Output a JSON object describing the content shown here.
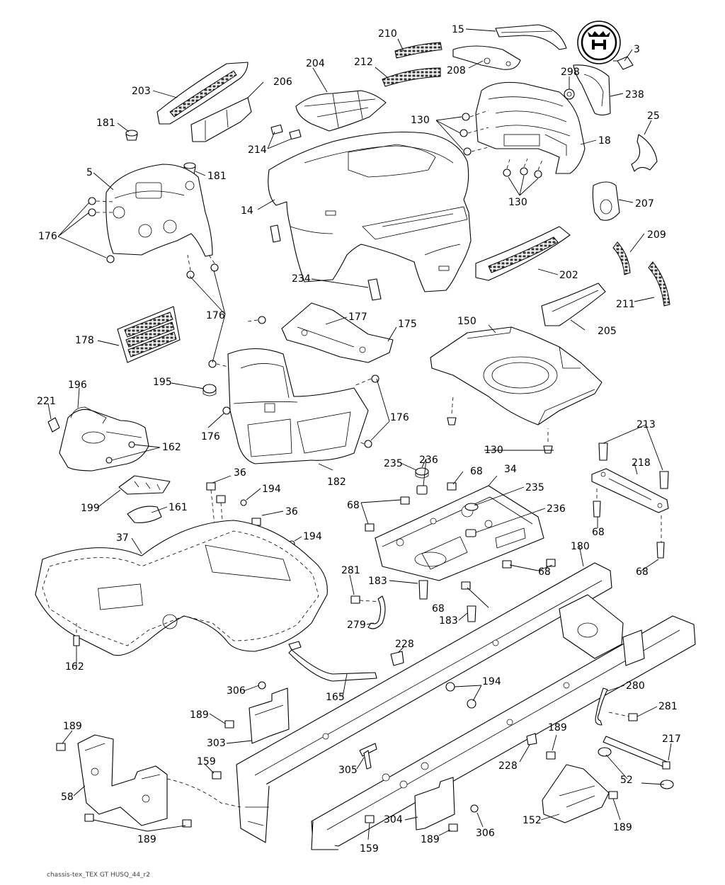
{
  "figure": {
    "caption": "chassis-tex_TEX GT HUSQ_44_r2",
    "brand_logo": "husqvarna-crown-h-logo",
    "colors": {
      "line": "#000000",
      "background": "#ffffff"
    }
  },
  "callouts": [
    {
      "id": "c15",
      "text": "15"
    },
    {
      "id": "c210",
      "text": "210"
    },
    {
      "id": "c3",
      "text": "3"
    },
    {
      "id": "c212",
      "text": "212"
    },
    {
      "id": "c204",
      "text": "204"
    },
    {
      "id": "c208",
      "text": "208"
    },
    {
      "id": "c298",
      "text": "298"
    },
    {
      "id": "c238",
      "text": "238"
    },
    {
      "id": "c203",
      "text": "203"
    },
    {
      "id": "c206",
      "text": "206"
    },
    {
      "id": "c130a",
      "text": "130"
    },
    {
      "id": "c25",
      "text": "25"
    },
    {
      "id": "c181a",
      "text": "181"
    },
    {
      "id": "c214",
      "text": "214"
    },
    {
      "id": "c18",
      "text": "18"
    },
    {
      "id": "c5",
      "text": "5"
    },
    {
      "id": "c181b",
      "text": "181"
    },
    {
      "id": "c130b",
      "text": "130"
    },
    {
      "id": "c207",
      "text": "207"
    },
    {
      "id": "c14",
      "text": "14"
    },
    {
      "id": "c176a",
      "text": "176"
    },
    {
      "id": "c209",
      "text": "209"
    },
    {
      "id": "c202",
      "text": "202"
    },
    {
      "id": "c234",
      "text": "234"
    },
    {
      "id": "c211",
      "text": "211"
    },
    {
      "id": "c176b",
      "text": "176"
    },
    {
      "id": "c177",
      "text": "177"
    },
    {
      "id": "c150",
      "text": "150"
    },
    {
      "id": "c205",
      "text": "205"
    },
    {
      "id": "c175",
      "text": "175"
    },
    {
      "id": "c178",
      "text": "178"
    },
    {
      "id": "c196",
      "text": "196"
    },
    {
      "id": "c195",
      "text": "195"
    },
    {
      "id": "c221",
      "text": "221"
    },
    {
      "id": "c176c",
      "text": "176"
    },
    {
      "id": "c176d",
      "text": "176"
    },
    {
      "id": "c162a",
      "text": "162"
    },
    {
      "id": "c130c",
      "text": "130"
    },
    {
      "id": "c213",
      "text": "213"
    },
    {
      "id": "c235a",
      "text": "235"
    },
    {
      "id": "c236a",
      "text": "236"
    },
    {
      "id": "c218",
      "text": "218"
    },
    {
      "id": "c182",
      "text": "182"
    },
    {
      "id": "c36a",
      "text": "36"
    },
    {
      "id": "c68a",
      "text": "68"
    },
    {
      "id": "c34",
      "text": "34"
    },
    {
      "id": "c194a",
      "text": "194"
    },
    {
      "id": "c235b",
      "text": "235"
    },
    {
      "id": "c199",
      "text": "199"
    },
    {
      "id": "c68b",
      "text": "68"
    },
    {
      "id": "c161",
      "text": "161"
    },
    {
      "id": "c36b",
      "text": "36"
    },
    {
      "id": "c236b",
      "text": "236"
    },
    {
      "id": "c68c",
      "text": "68"
    },
    {
      "id": "c37",
      "text": "37"
    },
    {
      "id": "c194b",
      "text": "194"
    },
    {
      "id": "c180",
      "text": "180"
    },
    {
      "id": "c68d",
      "text": "68"
    },
    {
      "id": "c68e",
      "text": "68"
    },
    {
      "id": "c281a",
      "text": "281"
    },
    {
      "id": "c183a",
      "text": "183"
    },
    {
      "id": "c68f",
      "text": "68"
    },
    {
      "id": "c183b",
      "text": "183"
    },
    {
      "id": "c279",
      "text": "279"
    },
    {
      "id": "c162b",
      "text": "162"
    },
    {
      "id": "c228a",
      "text": "228"
    },
    {
      "id": "c194c",
      "text": "194"
    },
    {
      "id": "c165",
      "text": "165"
    },
    {
      "id": "c306a",
      "text": "306"
    },
    {
      "id": "c280",
      "text": "280"
    },
    {
      "id": "c189a",
      "text": "189"
    },
    {
      "id": "c281b",
      "text": "281"
    },
    {
      "id": "c189b",
      "text": "189"
    },
    {
      "id": "c303",
      "text": "303"
    },
    {
      "id": "c217",
      "text": "217"
    },
    {
      "id": "c189c",
      "text": "189"
    },
    {
      "id": "c305",
      "text": "305"
    },
    {
      "id": "c228b",
      "text": "228"
    },
    {
      "id": "c159a",
      "text": "159"
    },
    {
      "id": "c52",
      "text": "52"
    },
    {
      "id": "c58",
      "text": "58"
    },
    {
      "id": "c304",
      "text": "304"
    },
    {
      "id": "c152",
      "text": "152"
    },
    {
      "id": "c306b",
      "text": "306"
    },
    {
      "id": "c189d",
      "text": "189"
    },
    {
      "id": "c189e",
      "text": "189"
    },
    {
      "id": "c159b",
      "text": "159"
    },
    {
      "id": "c189f",
      "text": "189"
    }
  ]
}
